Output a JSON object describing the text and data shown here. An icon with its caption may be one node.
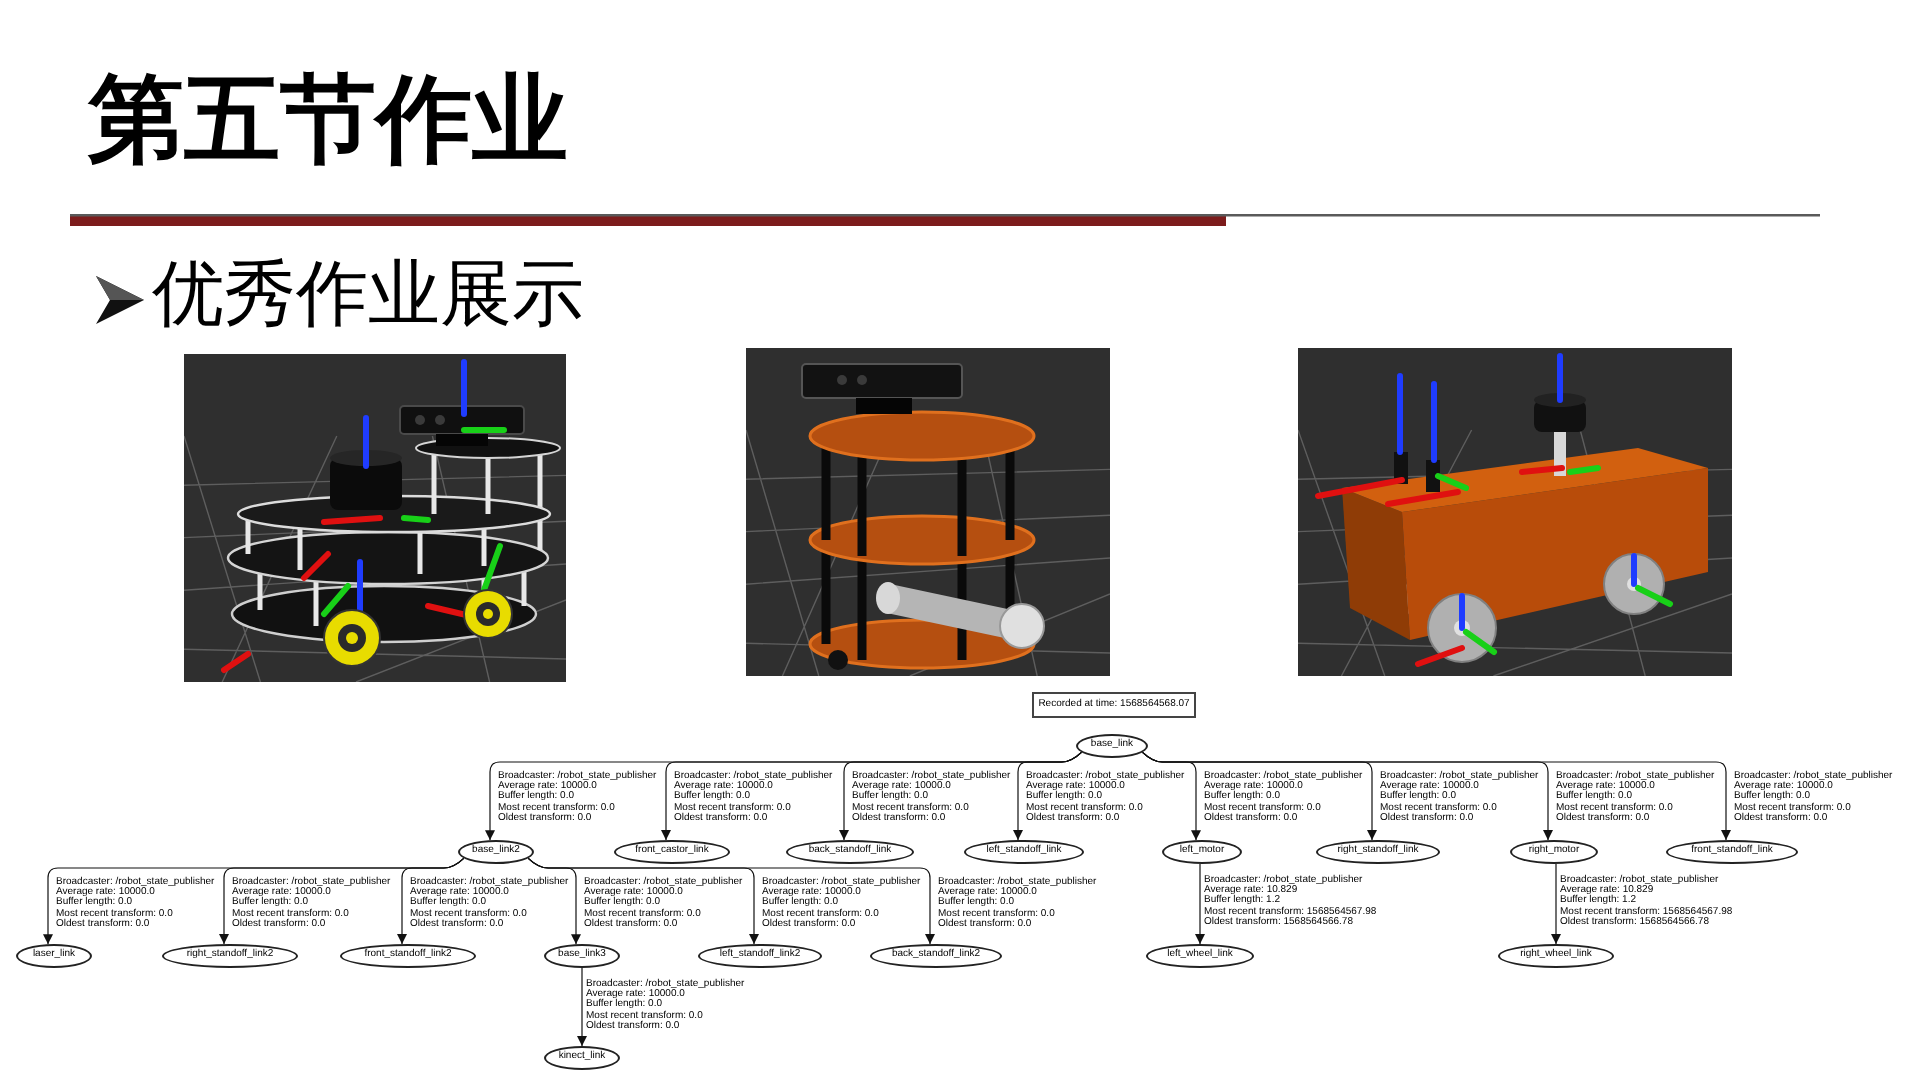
{
  "diagram": {
    "title": "第五节作业",
    "nodes": [
      {
        "text": [
          "Recorded at time: 1568564568.07"
        ]
      },
      {
        "text": [
          "base_link"
        ]
      },
      {
        "text": [
          "base_link2"
        ]
      },
      {
        "text": [
          "front_castor_link"
        ]
      },
      {
        "text": [
          "back_standoff_link"
        ]
      },
      {
        "text": [
          "left_standoff_link"
        ]
      },
      {
        "text": [
          "left_motor"
        ]
      },
      {
        "text": [
          "right_standoff_link"
        ]
      },
      {
        "text": [
          "right_motor"
        ]
      },
      {
        "text": [
          "front_standoff_link"
        ]
      },
      {
        "text": [
          "laser_link"
        ]
      },
      {
        "text": [
          "right_standoff_link2"
        ]
      },
      {
        "text": [
          "front_standoff_link2"
        ]
      },
      {
        "text": [
          "base_link3"
        ]
      },
      {
        "text": [
          "left_standoff_link2"
        ]
      },
      {
        "text": [
          "back_standoff_link2"
        ]
      },
      {
        "text": [
          "left_wheel_link"
        ]
      },
      {
        "text": [
          "right_wheel_link"
        ]
      },
      {
        "text": [
          "kinect_link"
        ]
      }
    ],
    "edges": [
      {
        "from": 1,
        "to": 2,
        "arrow": "to",
        "label": "Broadcaster: /robot_state_publisher Average rate: 10000.0 Buffer length: 0.0 Most recent transform: 0.0 Oldest transform: 0.0"
      },
      {
        "from": 1,
        "to": 3,
        "arrow": "to",
        "label": "Broadcaster: /robot_state_publisher Average rate: 10000.0 Buffer length: 0.0 Most recent transform: 0.0 Oldest transform: 0.0"
      },
      {
        "from": 1,
        "to": 4,
        "arrow": "to",
        "label": "Broadcaster: /robot_state_publisher Average rate: 10000.0 Buffer length: 0.0 Most recent transform: 0.0 Oldest transform: 0.0"
      },
      {
        "from": 1,
        "to": 5,
        "arrow": "to",
        "label": "Broadcaster: /robot_state_publisher Average rate: 10000.0 Buffer length: 0.0 Most recent transform: 0.0 Oldest transform: 0.0"
      },
      {
        "from": 1,
        "to": 6,
        "arrow": "to",
        "label": "Broadcaster: /robot_state_publisher Average rate: 10000.0 Buffer length: 0.0 Most recent transform: 0.0 Oldest transform: 0.0"
      },
      {
        "from": 1,
        "to": 7,
        "arrow": "to",
        "label": "Broadcaster: /robot_state_publisher Average rate: 10000.0 Buffer length: 0.0 Most recent transform: 0.0 Oldest transform: 0.0"
      },
      {
        "from": 1,
        "to": 8,
        "arrow": "to",
        "label": "Broadcaster: /robot_state_publisher Average rate: 10000.0 Buffer length: 0.0 Most recent transform: 0.0 Oldest transform: 0.0"
      },
      {
        "from": 1,
        "to": 9,
        "arrow": "to",
        "label": "Broadcaster: /robot_state_publisher Average rate: 10000.0 Buffer length: 0.0 Most recent transform: 0.0 Oldest transform: 0.0"
      },
      {
        "from": 2,
        "to": 10,
        "arrow": "to",
        "label": "Broadcaster: /robot_state_publisher Average rate: 10000.0 Buffer length: 0.0 Most recent transform: 0.0 Oldest transform: 0.0"
      },
      {
        "from": 2,
        "to": 11,
        "arrow": "to",
        "label": "Broadcaster: /robot_state_publisher Average rate: 10000.0 Buffer length: 0.0 Most recent transform: 0.0 Oldest transform: 0.0"
      },
      {
        "from": 2,
        "to": 12,
        "arrow": "to",
        "label": "Broadcaster: /robot_state_publisher Average rate: 10000.0 Buffer length: 0.0 Most recent transform: 0.0 Oldest transform: 0.0"
      },
      {
        "from": 2,
        "to": 13,
        "arrow": "to",
        "label": "Broadcaster: /robot_state_publisher Average rate: 10000.0 Buffer length: 0.0 Most recent transform: 0.0 Oldest transform: 0.0"
      },
      {
        "from": 2,
        "to": 14,
        "arrow": "to",
        "label": "Broadcaster: /robot_state_publisher Average rate: 10000.0 Buffer length: 0.0 Most recent transform: 0.0 Oldest transform: 0.0"
      },
      {
        "from": 2,
        "to": 15,
        "arrow": "to",
        "label": "Broadcaster: /robot_state_publisher Average rate: 10000.0 Buffer length: 0.0 Most recent transform: 0.0 Oldest transform: 0.0"
      },
      {
        "from": 6,
        "to": 16,
        "arrow": "to",
        "label": "Broadcaster: /robot_state_publisher Average rate: 10.829 Buffer length: 1.2 Most recent transform: 1568564567.98 Oldest transform: 1568564566.78"
      },
      {
        "from": 8,
        "to": 17,
        "arrow": "to",
        "label": "Broadcaster: /robot_state_publisher Average rate: 10.829 Buffer length: 1.2 Most recent transform: 1568564567.98 Oldest transform: 1568564566.78"
      },
      {
        "from": 13,
        "to": 18,
        "arrow": "to",
        "label": "Broadcaster: /robot_state_publisher Average rate: 10000.0 Buffer length: 0.0 Most recent transform: 0.0 Oldest transform: 0.0"
      }
    ],
    "labels": [
      "优秀作业展示"
    ]
  }
}
